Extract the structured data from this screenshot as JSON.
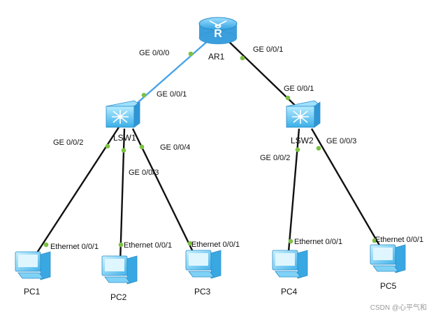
{
  "devices": {
    "router": {
      "name": "AR1"
    },
    "switches": [
      {
        "name": "LSW1"
      },
      {
        "name": "LSW2"
      }
    ],
    "pcs": [
      {
        "name": "PC1"
      },
      {
        "name": "PC2"
      },
      {
        "name": "PC3"
      },
      {
        "name": "PC4"
      },
      {
        "name": "PC5"
      }
    ]
  },
  "links": [
    {
      "from": "AR1",
      "from_port": "GE 0/0/0",
      "to": "LSW1",
      "to_port": "GE 0/0/1"
    },
    {
      "from": "AR1",
      "from_port": "GE 0/0/1",
      "to": "LSW2",
      "to_port": "GE 0/0/1"
    },
    {
      "from": "LSW1",
      "from_port": "GE 0/0/2",
      "to": "PC1",
      "to_port": "Ethernet 0/0/1"
    },
    {
      "from": "LSW1",
      "from_port": "GE 0/0/3",
      "to": "PC2",
      "to_port": "Ethernet 0/0/1"
    },
    {
      "from": "LSW1",
      "from_port": "GE 0/0/4",
      "to": "PC3",
      "to_port": "Ethernet 0/0/1"
    },
    {
      "from": "LSW2",
      "from_port": "GE 0/0/2",
      "to": "PC4",
      "to_port": "Ethernet 0/0/1"
    },
    {
      "from": "LSW2",
      "from_port": "GE 0/0/3",
      "to": "PC5",
      "to_port": "Ethernet 0/0/1"
    }
  ],
  "colors": {
    "uplink_line": "#4aa3e8",
    "link_line": "#111111",
    "port_dot": "#7cc142",
    "device_blue": "#4fb9ee"
  },
  "watermark": "CSDN @心平气和"
}
